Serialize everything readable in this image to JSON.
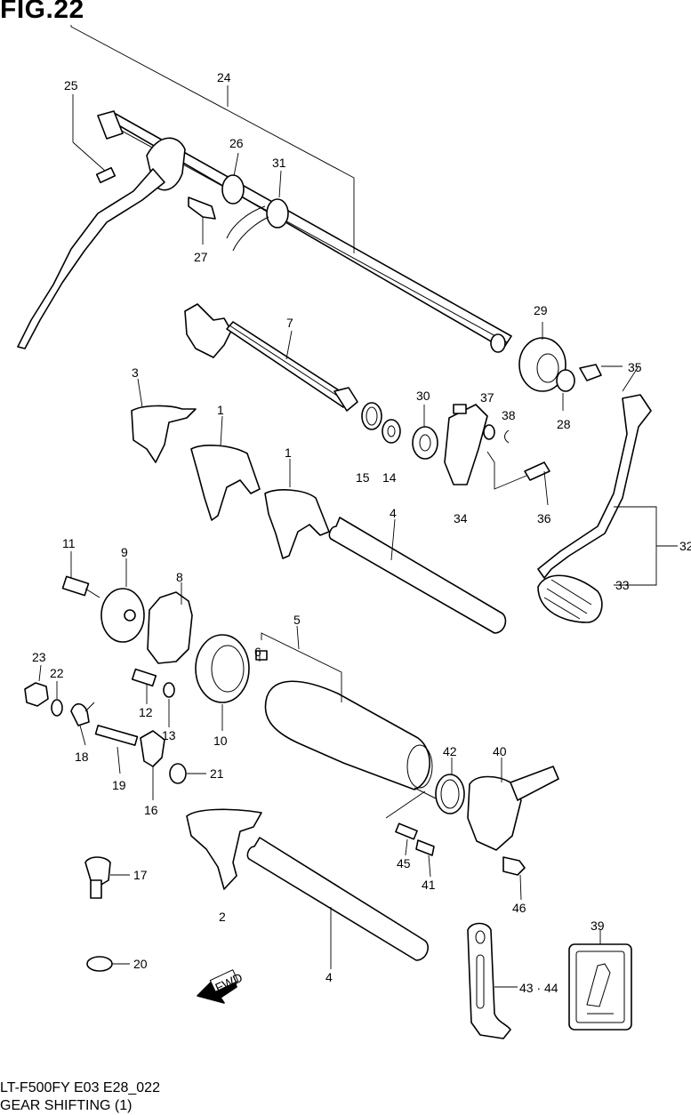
{
  "figure": {
    "title": "FIG.22",
    "model_code": "LT-F500FY E03 E28_022",
    "caption": "GEAR SHIFTING (1)",
    "fwd_mark": "FWD"
  },
  "callouts": [
    {
      "id": "c1a",
      "label": "1"
    },
    {
      "id": "c1b",
      "label": "1"
    },
    {
      "id": "c2",
      "label": "2"
    },
    {
      "id": "c3",
      "label": "3"
    },
    {
      "id": "c4a",
      "label": "4"
    },
    {
      "id": "c4b",
      "label": "4"
    },
    {
      "id": "c5",
      "label": "5"
    },
    {
      "id": "c6",
      "label": "6"
    },
    {
      "id": "c7",
      "label": "7"
    },
    {
      "id": "c8",
      "label": "8"
    },
    {
      "id": "c9",
      "label": "9"
    },
    {
      "id": "c10",
      "label": "10"
    },
    {
      "id": "c11",
      "label": "11"
    },
    {
      "id": "c12",
      "label": "12"
    },
    {
      "id": "c13",
      "label": "13"
    },
    {
      "id": "c14",
      "label": "14"
    },
    {
      "id": "c15",
      "label": "15"
    },
    {
      "id": "c16",
      "label": "16"
    },
    {
      "id": "c17",
      "label": "17"
    },
    {
      "id": "c18",
      "label": "18"
    },
    {
      "id": "c19",
      "label": "19"
    },
    {
      "id": "c20",
      "label": "20"
    },
    {
      "id": "c21",
      "label": "21"
    },
    {
      "id": "c22",
      "label": "22"
    },
    {
      "id": "c23",
      "label": "23"
    },
    {
      "id": "c24",
      "label": "24"
    },
    {
      "id": "c25",
      "label": "25"
    },
    {
      "id": "c26",
      "label": "26"
    },
    {
      "id": "c27",
      "label": "27"
    },
    {
      "id": "c28",
      "label": "28"
    },
    {
      "id": "c29",
      "label": "29"
    },
    {
      "id": "c30",
      "label": "30"
    },
    {
      "id": "c31",
      "label": "31"
    },
    {
      "id": "c32",
      "label": "32"
    },
    {
      "id": "c33",
      "label": "33"
    },
    {
      "id": "c34",
      "label": "34"
    },
    {
      "id": "c35",
      "label": "35"
    },
    {
      "id": "c36",
      "label": "36"
    },
    {
      "id": "c37",
      "label": "37"
    },
    {
      "id": "c38",
      "label": "38"
    },
    {
      "id": "c39",
      "label": "39"
    },
    {
      "id": "c40",
      "label": "40"
    },
    {
      "id": "c41",
      "label": "41"
    },
    {
      "id": "c42",
      "label": "42"
    },
    {
      "id": "c43",
      "label": "43 · 44"
    },
    {
      "id": "c45",
      "label": "45"
    },
    {
      "id": "c46",
      "label": "46"
    }
  ]
}
